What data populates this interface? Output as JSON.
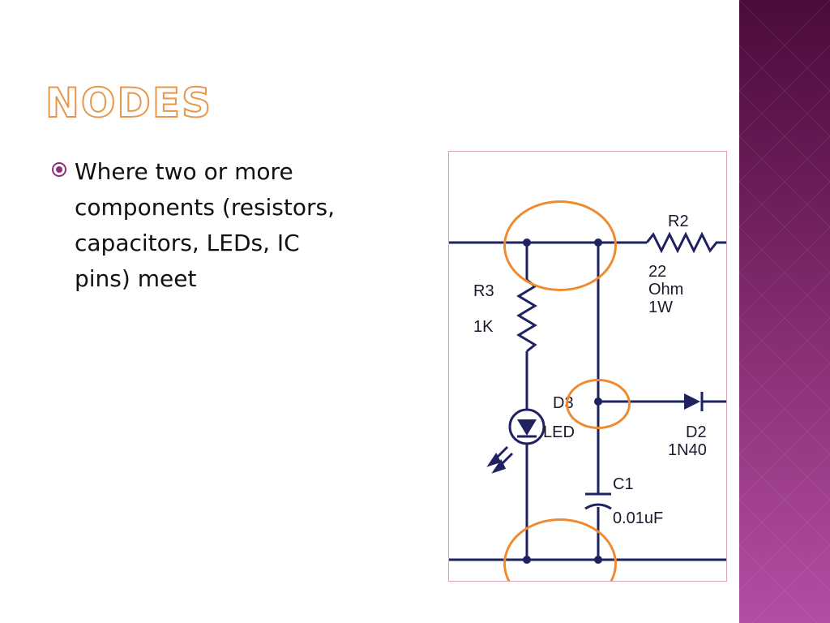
{
  "slide": {
    "title": "NODES",
    "bullet": "Where two or more components (resistors, capacitors, LEDs, IC pins) meet",
    "accent_color": "#8d3179",
    "title_outline_color": "#e8974a",
    "highlight_color": "#f08a30"
  },
  "figure": {
    "labels": {
      "r2": "R2",
      "r2_value_line1": "22",
      "r2_value_line2": "Ohm",
      "r2_value_line3": "1W",
      "r3": "R3",
      "r3_value": "1K",
      "d3": "D3",
      "led": "LED",
      "d2": "D2",
      "d2_value": "1N40",
      "c1": "C1",
      "c1_value": "0.01uF"
    }
  }
}
